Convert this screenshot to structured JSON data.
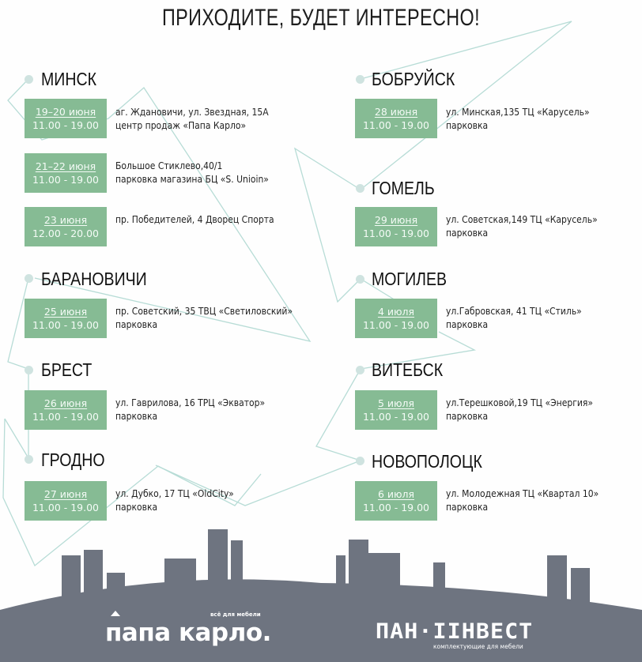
{
  "title": "ПРИХОДИТЕ, БУДЕТ ИНТЕРЕСНО!",
  "colors": {
    "date_box": "#86bb94",
    "line": "#b7dcd6",
    "dot": "#cfe3e0",
    "skyline": "#6e7480"
  },
  "cities": [
    {
      "name": "МИНСК",
      "events": [
        {
          "date": "19–20 июня",
          "time": "11.00 - 19.00",
          "address_line1": "аг. Ждановичи, ул. Звездная, 15А",
          "address_line2": "центр продаж «Папа Карло»"
        },
        {
          "date": "21–22 июня",
          "time": "11.00 - 19.00",
          "address_line1": "Большое Стиклево,40/1",
          "address_line2": "парковка магазина БЦ «S. Unioin»"
        },
        {
          "date": "23 июня",
          "time": "12.00 - 20.00",
          "address_line1": "пр. Победителей, 4 Дворец Спорта",
          "address_line2": ""
        }
      ]
    },
    {
      "name": "БАРАНОВИЧИ",
      "events": [
        {
          "date": "25 июня",
          "time": "11.00 - 19.00",
          "address_line1": "пр. Советский, 35 ТВЦ «Светиловский»",
          "address_line2": "парковка"
        }
      ]
    },
    {
      "name": "БРЕСТ",
      "events": [
        {
          "date": "26 июня",
          "time": "11.00 - 19.00",
          "address_line1": "ул. Гаврилова, 16 ТРЦ «Экватор»",
          "address_line2": "парковка"
        }
      ]
    },
    {
      "name": "ГРОДНО",
      "events": [
        {
          "date": "27 июня",
          "time": "11.00 - 19.00",
          "address_line1": "ул. Дубко, 17 ТЦ «OldCity»",
          "address_line2": "парковка"
        }
      ]
    },
    {
      "name": "БОБРУЙСК",
      "events": [
        {
          "date": "28 июня",
          "time": "11.00 - 19.00",
          "address_line1": "ул. Минская,135 ТЦ «Карусель»",
          "address_line2": "парковка"
        }
      ]
    },
    {
      "name": "ГОМЕЛЬ",
      "events": [
        {
          "date": "29 июня",
          "time": "11.00 - 19.00",
          "address_line1": "ул. Советская,149 ТЦ «Карусель»",
          "address_line2": "парковка"
        }
      ]
    },
    {
      "name": "МОГИЛЕВ",
      "events": [
        {
          "date": "4 июля",
          "time": "11.00 - 19.00",
          "address_line1": "ул.Габровская, 41 ТЦ «Стиль»",
          "address_line2": "парковка"
        }
      ]
    },
    {
      "name": "ВИТЕБСК",
      "events": [
        {
          "date": "5 июля",
          "time": "11.00 - 19.00",
          "address_line1": "ул.Терешковой,19 ТЦ «Энергия»",
          "address_line2": "парковка"
        }
      ]
    },
    {
      "name": "НОВОПОЛОЦК",
      "events": [
        {
          "date": "6 июля",
          "time": "11.00 - 19.00",
          "address_line1": "ул. Молодежная ТЦ «Квартал 10»",
          "address_line2": "парковка"
        }
      ]
    }
  ],
  "footer": {
    "logo_papa_karlo": "папа карло.",
    "logo_papa_karlo_tagline": "всё для мебели",
    "logo_paninvest": "ПАН·ІІНВЕСТ",
    "logo_paninvest_tagline": "комплектующие для мебели"
  }
}
